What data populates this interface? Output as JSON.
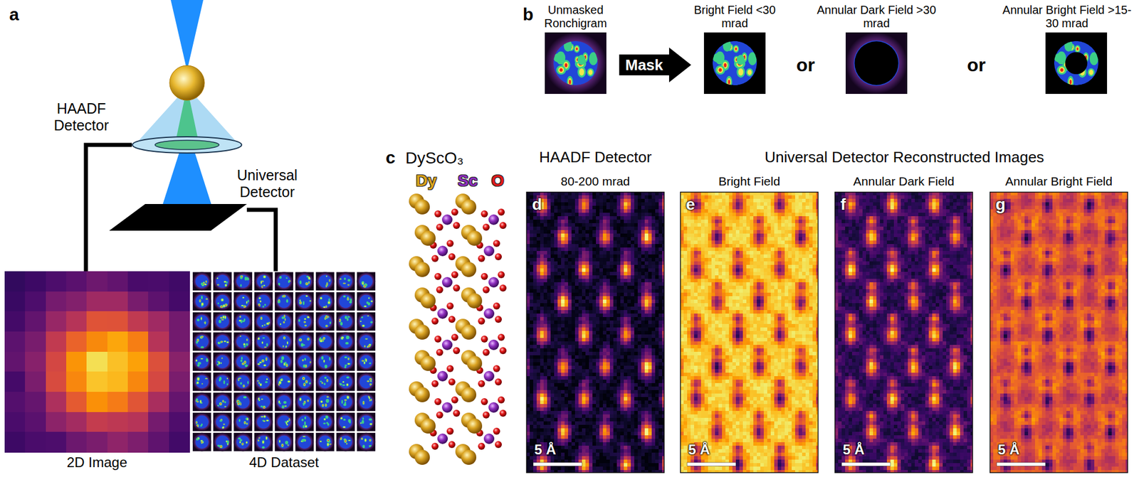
{
  "diagram": {
    "nodes": [
      {
        "text": [
          "HAADF Detector"
        ]
      },
      {
        "text": [
          "Universal Detector"
        ]
      },
      {
        "text": [
          "2D Image"
        ]
      },
      {
        "text": [
          "4D Dataset"
        ]
      },
      {
        "text": [
          "Unmasked Ronchigram"
        ]
      },
      {
        "text": [
          "Mask"
        ]
      },
      {
        "text": [
          "Bright Field <30 mrad"
        ]
      },
      {
        "text": [
          "Annular Dark Field >30 mrad"
        ]
      },
      {
        "text": [
          "Annular Bright Field >15-30 mrad"
        ]
      },
      {
        "text": [
          "80-200 mrad",
          "d",
          "5 Å"
        ]
      },
      {
        "text": [
          "Bright Field",
          "e",
          "5 Å"
        ]
      },
      {
        "text": [
          "Annular Dark Field",
          "f",
          "5 Å"
        ]
      },
      {
        "text": [
          "Annular Bright Field",
          "g",
          "5 Å"
        ]
      }
    ],
    "edges": [
      {
        "from": 0,
        "to": 2,
        "arrow": "none"
      },
      {
        "from": 1,
        "to": 3,
        "arrow": "none"
      }
    ],
    "labels": [
      "a",
      "b",
      "or",
      "or",
      "c",
      "DyScO₃",
      "Dy",
      "Sc",
      "O",
      "HAADF Detector",
      "Universal Detector Reconstructed Images"
    ]
  }
}
